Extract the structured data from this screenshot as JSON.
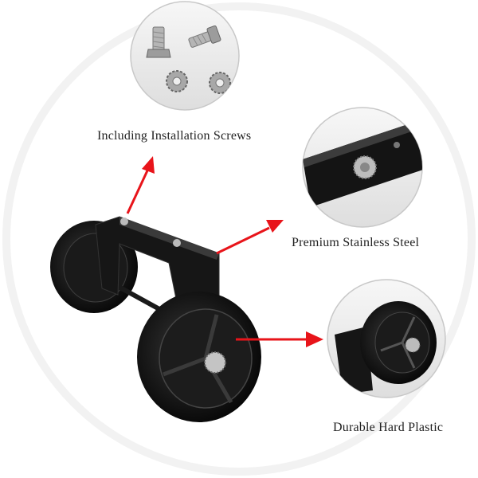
{
  "captions": {
    "screws": "Including Installation Screws",
    "steel": "Premium Stainless Steel",
    "plastic": "Durable Hard Plastic"
  },
  "colors": {
    "arrow": "#e8141a",
    "wheel": "#111111",
    "bubble_bg": "#eeeeee"
  },
  "icons": [
    "screws-detail",
    "bracket-detail",
    "wheel-detail",
    "training-wheel-assembly"
  ]
}
